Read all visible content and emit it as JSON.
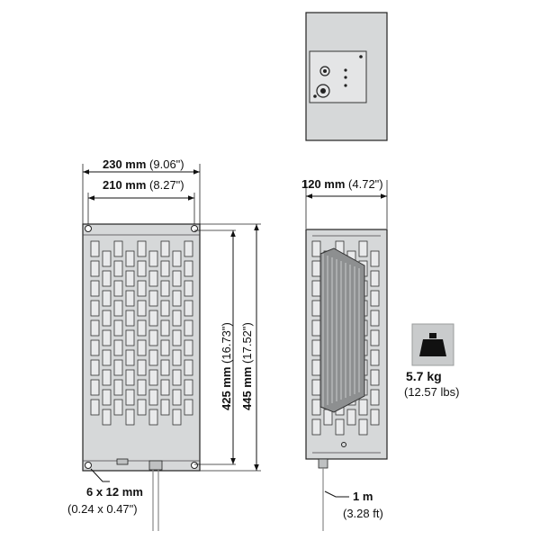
{
  "dimensions": {
    "width_outer": {
      "value": "230 mm",
      "imperial": "(9.06\")"
    },
    "width_inner": {
      "value": "210 mm",
      "imperial": "(8.27\")"
    },
    "depth": {
      "value": "120 mm",
      "imperial": "(4.72\")"
    },
    "height_inner": {
      "value": "425 mm",
      "imperial": "(16.73\")"
    },
    "height_outer": {
      "value": "445 mm",
      "imperial": "(17.52\")"
    },
    "mounting_hole": {
      "value": "6 x 12 mm",
      "imperial": "(0.24 x 0.47\")"
    },
    "cable_length": {
      "value": "1 m",
      "imperial": "(3.28 ft)"
    }
  },
  "weight": {
    "value": "5.7 kg",
    "imperial": "(12.57 lbs)",
    "icon": "weight-icon"
  },
  "colors": {
    "housing": "#d6d8d9",
    "line": "#222222",
    "icon_box": "#c9cbcc"
  }
}
